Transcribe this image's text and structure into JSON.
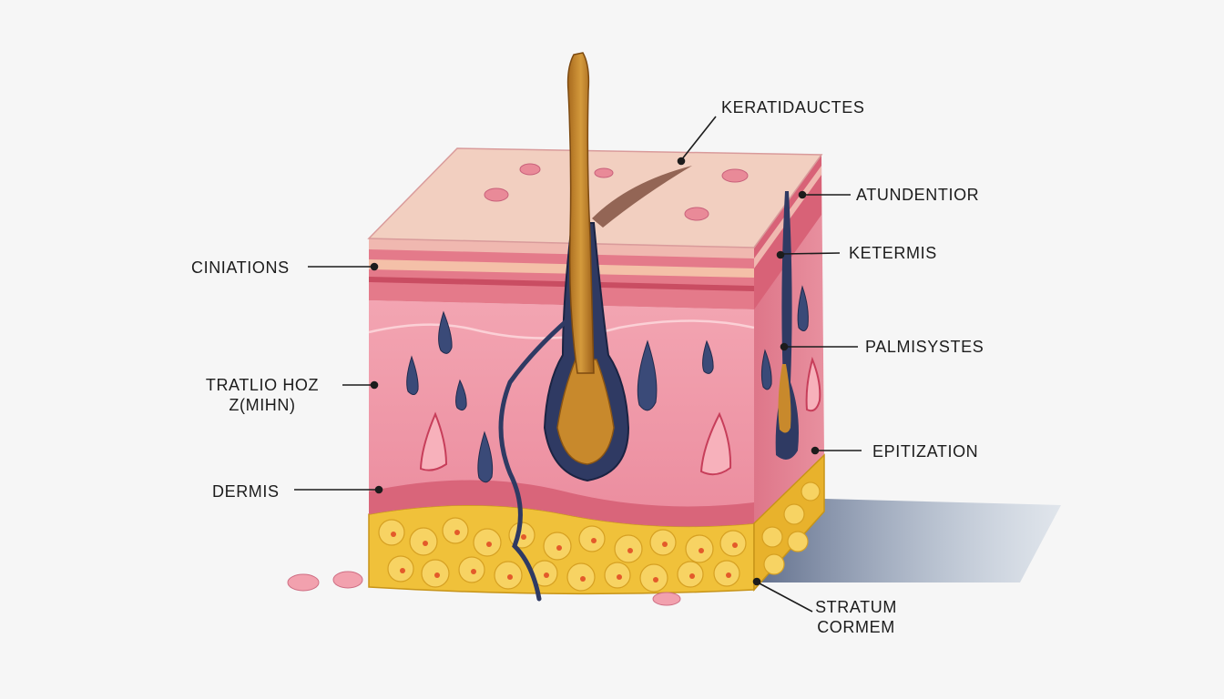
{
  "diagram": {
    "labels": {
      "keratidauctes": "KERATIDAUCTES",
      "atundentior": "ATUNDENTIOR",
      "ketermis": "KETERMIS",
      "palmisystes": "PALMISYSTES",
      "epitization": "EPITIZATION",
      "stratum_line1": "STRATUM",
      "stratum_line2": "CORMEM",
      "ciniations": "CINIATIONS",
      "tratlio_line1": "TRATLIO HOZ",
      "tratlio_line2": "Z(MIHN)",
      "dermis": "DERMIS"
    }
  },
  "colors": {
    "background": "#f6f6f6",
    "epidermis_top": "#f2cfc0",
    "dermis": "#ef9aa8",
    "dermis_side": "#e07d90",
    "fat_layer": "#f0c13a",
    "hair_shaft": "#c8892c",
    "follicle": "#2f3a63",
    "leader_line": "#1c1c1c"
  }
}
